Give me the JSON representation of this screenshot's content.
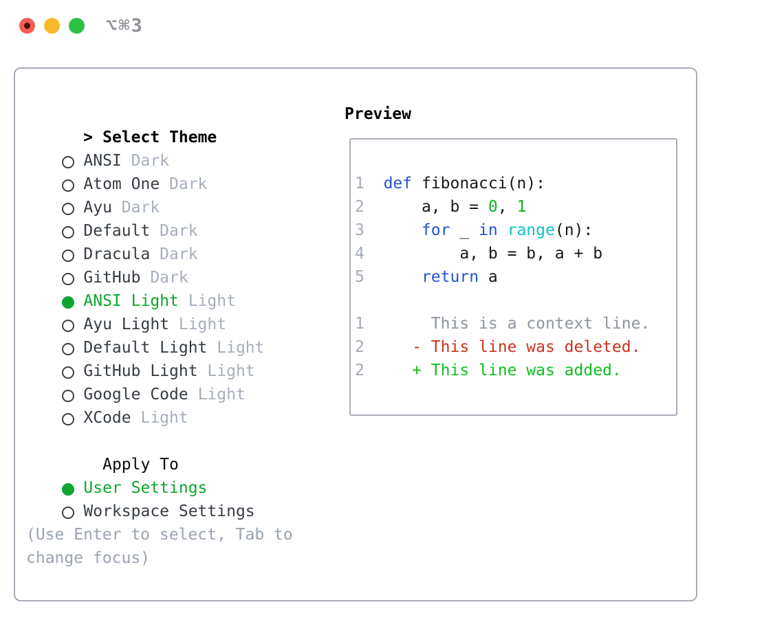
{
  "window": {
    "title": "⌥⌘3"
  },
  "theme_panel": {
    "prompt": ">",
    "title": "Select Theme",
    "themes": [
      {
        "name": "ANSI",
        "variant": "Dark",
        "selected": false
      },
      {
        "name": "Atom One",
        "variant": "Dark",
        "selected": false
      },
      {
        "name": "Ayu",
        "variant": "Dark",
        "selected": false
      },
      {
        "name": "Default",
        "variant": "Dark",
        "selected": false
      },
      {
        "name": "Dracula",
        "variant": "Dark",
        "selected": false
      },
      {
        "name": "GitHub",
        "variant": "Dark",
        "selected": false
      },
      {
        "name": "ANSI Light",
        "variant": "Light",
        "selected": true
      },
      {
        "name": "Ayu Light",
        "variant": "Light",
        "selected": false
      },
      {
        "name": "Default Light",
        "variant": "Light",
        "selected": false
      },
      {
        "name": "GitHub Light",
        "variant": "Light",
        "selected": false
      },
      {
        "name": "Google Code",
        "variant": "Light",
        "selected": false
      },
      {
        "name": "XCode",
        "variant": "Light",
        "selected": false
      }
    ],
    "apply_to": {
      "title": "Apply To",
      "options": [
        {
          "label": "User Settings",
          "selected": true
        },
        {
          "label": "Workspace Settings",
          "selected": false
        }
      ]
    },
    "hint": "(Use Enter to select, Tab to change focus)"
  },
  "preview_panel": {
    "title": "Preview",
    "lines": [
      [
        [
          "lineno",
          "1"
        ],
        [
          "plain",
          "  "
        ],
        [
          "keyword",
          "def"
        ],
        [
          "plain",
          " fibonacci(n):"
        ]
      ],
      [
        [
          "lineno",
          "2"
        ],
        [
          "plain",
          "      a, b = "
        ],
        [
          "number",
          "0"
        ],
        [
          "plain",
          ", "
        ],
        [
          "number",
          "1"
        ]
      ],
      [
        [
          "lineno",
          "3"
        ],
        [
          "plain",
          "      "
        ],
        [
          "keyword",
          "for"
        ],
        [
          "plain",
          " _ "
        ],
        [
          "keyword",
          "in"
        ],
        [
          "plain",
          " "
        ],
        [
          "builtin",
          "range"
        ],
        [
          "plain",
          "(n):"
        ]
      ],
      [
        [
          "lineno",
          "4"
        ],
        [
          "plain",
          "          a, b = b, a + b"
        ]
      ],
      [
        [
          "lineno",
          "5"
        ],
        [
          "plain",
          "      "
        ],
        [
          "keyword",
          "return"
        ],
        [
          "plain",
          " a"
        ]
      ],
      [],
      [
        [
          "lineno",
          "1"
        ],
        [
          "plain",
          "       "
        ],
        [
          "context",
          "This is a context line."
        ]
      ],
      [
        [
          "lineno",
          "2"
        ],
        [
          "plain",
          "     "
        ],
        [
          "deleted",
          "- This line was deleted."
        ]
      ],
      [
        [
          "lineno",
          "2"
        ],
        [
          "plain",
          "     "
        ],
        [
          "added",
          "+ This line was added."
        ]
      ]
    ]
  },
  "colors": {
    "selected-green": "#0ea62f",
    "keyword-blue": "#2255d4",
    "number-green": "#0db31c",
    "builtin-cyan": "#10c2cc",
    "deleted-red": "#c93320",
    "added-green": "#10bf1d",
    "text-dark": "#363c44",
    "code-dark": "#15181c",
    "muted-gray": "#a6aeba",
    "hint-gray": "#9aa3b0",
    "lineno-gray": "#a4acb8",
    "context-gray": "#8d949d",
    "border-gray": "#a6adb8",
    "title-gray": "#8f9297",
    "light-red": "#f25c52",
    "light-red-dot": "#4a0b06",
    "light-yellow": "#f9b82b",
    "light-green": "#2dc043"
  }
}
